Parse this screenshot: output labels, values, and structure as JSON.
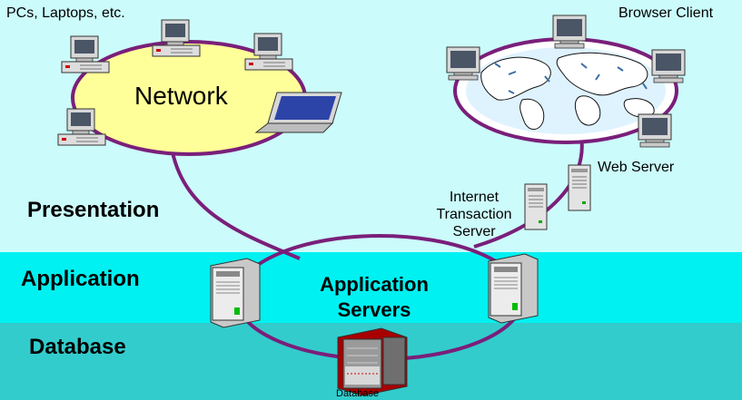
{
  "colors": {
    "presentation_band": "#ccfbfb",
    "application_band": "#00f1f1",
    "database_band": "#33cccc",
    "ring": "#7a1f7a",
    "network_fill": "#ffff99"
  },
  "tiers": {
    "presentation": "Presentation",
    "application": "Application",
    "database": "Database"
  },
  "labels": {
    "pcs_laptops": "PCs, Laptops, etc.",
    "network": "Network",
    "browser_client": "Browser Client",
    "web_server": "Web Server",
    "internet_transaction_server": [
      "Internet",
      "Transaction",
      "Server"
    ],
    "application_servers": [
      "Application",
      "Servers"
    ],
    "database": "Database"
  },
  "icons": [
    "desktop-pc-icon",
    "laptop-icon",
    "globe-icon",
    "monitor-icon",
    "tower-server-icon",
    "database-server-icon"
  ]
}
